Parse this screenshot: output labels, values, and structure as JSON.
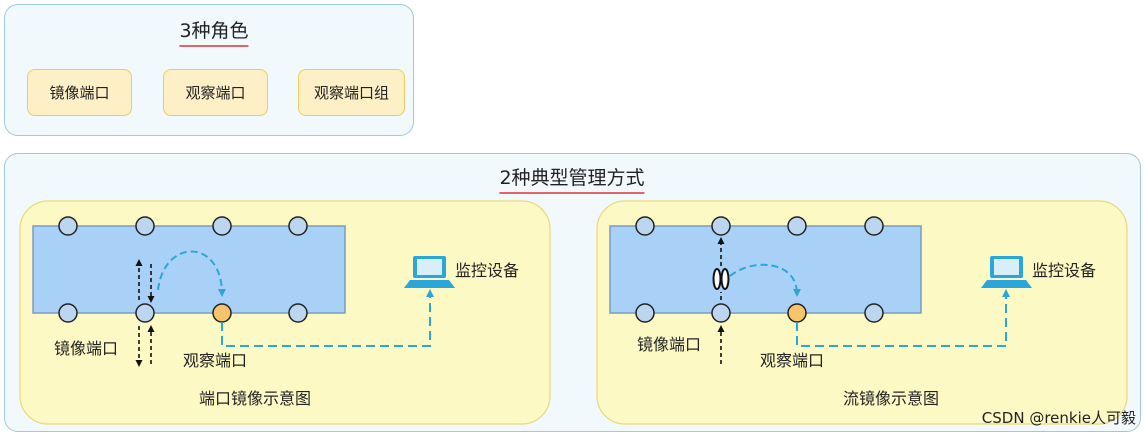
{
  "roles": {
    "title": "3种角色",
    "items": [
      "镜像端口",
      "观察端口",
      "观察端口组"
    ]
  },
  "methods": {
    "title": "2种典型管理方式",
    "port_mirror": {
      "caption": "端口镜像示意图",
      "monitor_label": "监控设备",
      "mirror_port_label": "镜像端口",
      "observe_port_label": "观察端口"
    },
    "flow_mirror": {
      "caption": "流镜像示意图",
      "monitor_label": "监控设备",
      "mirror_port_label": "镜像端口",
      "observe_port_label": "观察端口"
    }
  },
  "watermark": "CSDN @renkie人可毅",
  "colors": {
    "panel_bg": "#f2f9fd",
    "panel_border": "#9ec8dd",
    "zone_bg": "#fdf9c4",
    "zone_border": "#e9d97a",
    "switch_fill": "#a9d1f7",
    "switch_border": "#7a9cc2",
    "port_fill": "#bcd6f0",
    "observe_port_fill": "#f7c46a",
    "flow_line": "#2aa7d8",
    "role_bg": "#fdefc6",
    "title_underline": "#e06666"
  }
}
